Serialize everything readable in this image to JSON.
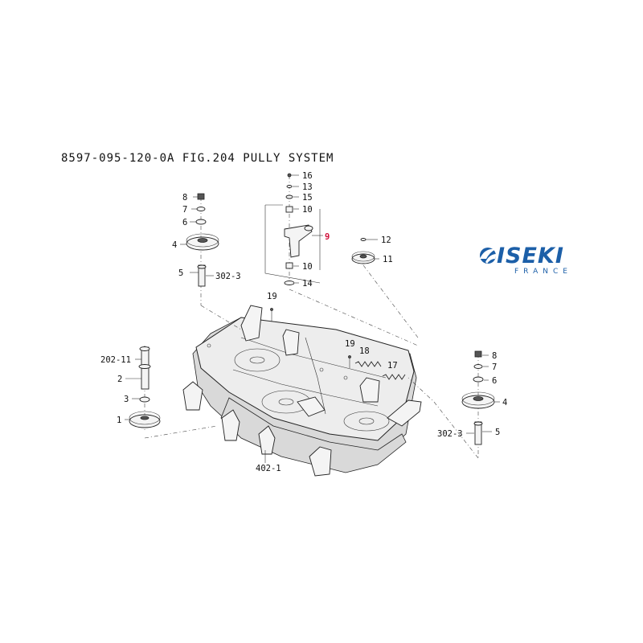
{
  "figure": {
    "title": "8597-095-120-0A FIG.204 PULLY SYSTEM"
  },
  "brand": {
    "name": "ISEKI",
    "subtitle": "FRANCE",
    "color": "#1c5fa8"
  },
  "labels": {
    "top_16": "16",
    "top_13": "13",
    "top_15": "15",
    "top_10a": "10",
    "top_9": "9",
    "top_10b": "10",
    "top_14": "14",
    "idler_12": "12",
    "idler_11": "11",
    "left_8": "8",
    "left_7": "7",
    "left_6": "6",
    "left_4": "4",
    "left_5": "5",
    "left_302_3": "302-3",
    "center_19a": "19",
    "center_19b": "19",
    "center_18": "18",
    "center_17": "17",
    "lower_202_11": "202-11",
    "lower_2": "2",
    "lower_3": "3",
    "lower_1": "1",
    "deck_402_1": "402-1",
    "right_8": "8",
    "right_7": "7",
    "right_6": "6",
    "right_4": "4",
    "right_302_3": "302-3",
    "right_5": "5"
  },
  "highlight_color": "#d0103a"
}
